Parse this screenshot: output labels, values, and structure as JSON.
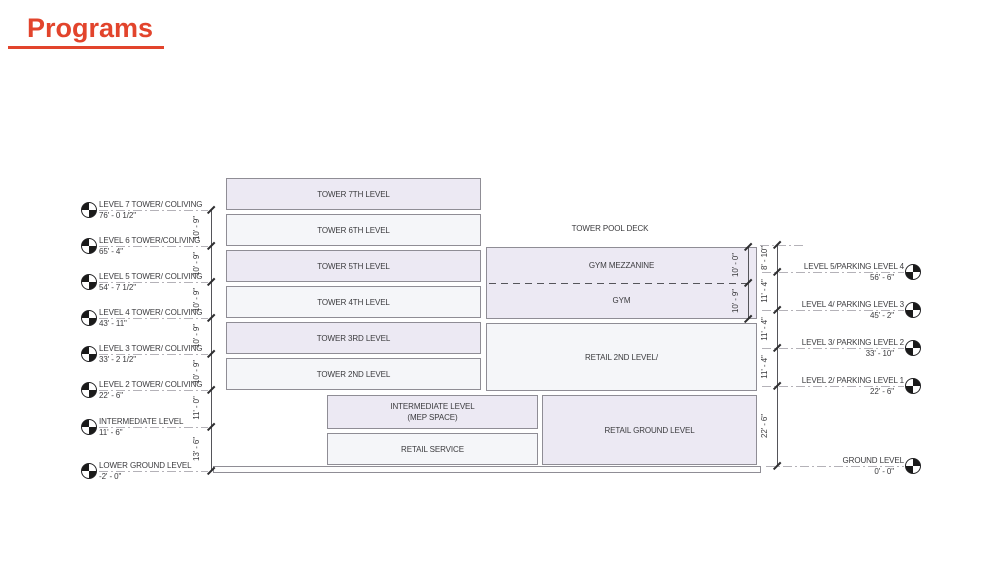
{
  "title": "Programs",
  "colors": {
    "accent": "#e2442c",
    "fill_lavender": "#ece9f3",
    "fill_white": "#f5f6f9",
    "box_border": "#8f8d95"
  },
  "left_levels": [
    {
      "name": "LEVEL 7 TOWER/ COLIVING",
      "elev": "76' - 0 1/2\""
    },
    {
      "name": "LEVEL 6 TOWER/COLIVING",
      "elev": "65' - 4\""
    },
    {
      "name": "LEVEL 5 TOWER/ COLIVING",
      "elev": "54' - 7 1/2\""
    },
    {
      "name": "LEVEL 4 TOWER/ COLIVING",
      "elev": "43' - 11\""
    },
    {
      "name": "LEVEL 3 TOWER/ COLIVING",
      "elev": "33' - 2 1/2\""
    },
    {
      "name": "LEVEL 2 TOWER/ COLIVING",
      "elev": "22' - 6\""
    },
    {
      "name": "INTERMEDIATE LEVEL",
      "elev": "11' - 6\""
    },
    {
      "name": "LOWER GROUND LEVEL",
      "elev": "-2' - 0\""
    }
  ],
  "right_levels": [
    {
      "name": "LEVEL 5/PARKING LEVEL 4",
      "elev": "56' - 6\""
    },
    {
      "name": "LEVEL 4/ PARKING LEVEL 3",
      "elev": "45' - 2\""
    },
    {
      "name": "LEVEL 3/ PARKING LEVEL 2",
      "elev": "33' - 10\""
    },
    {
      "name": "LEVEL 2/ PARKING LEVEL 1",
      "elev": "22' - 6\""
    },
    {
      "name": "GROUND LEVEL",
      "elev": "0' - 0\""
    }
  ],
  "boxes": {
    "tower_7": "TOWER 7TH LEVEL",
    "tower_6": "TOWER 6TH LEVEL",
    "tower_5": "TOWER 5TH LEVEL",
    "tower_4": "TOWER 4TH LEVEL",
    "tower_3": "TOWER 3RD LEVEL",
    "tower_2": "TOWER 2ND LEVEL",
    "gym_mezzanine": "GYM MEZZANINE",
    "gym": "GYM",
    "retail_2nd": "RETAIL 2ND LEVEL/",
    "mep_line1": "INTERMEDIATE LEVEL",
    "mep_line2": "(MEP SPACE)",
    "retail_service": "RETAIL SERVICE",
    "retail_ground": "RETAIL GROUND LEVEL"
  },
  "annotations": {
    "pool_deck": "TOWER POOL DECK"
  },
  "dims": {
    "left": [
      "10' - 9\"",
      "10' - 9\"",
      "10' - 9\"",
      "10' - 9\"",
      "10' - 9\"",
      "11' - 0\"",
      "13' - 6\""
    ],
    "right": [
      "8' - 10\"",
      "11' - 4\"",
      "11' - 4\"",
      "11' - 4\"",
      "22' - 6\""
    ],
    "gym": [
      "10' - 0\"",
      "10' - 9\""
    ]
  }
}
